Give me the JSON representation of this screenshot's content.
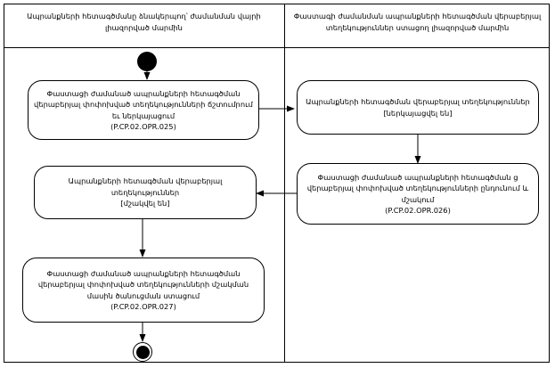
{
  "diagram": {
    "lanes": [
      {
        "id": "left",
        "title": "Ապրանքների հետագծմանը ձնակերպող՝ ժամանման վայրի լիազորված մարմին"
      },
      {
        "id": "right",
        "title": "Փաստագի ժամանման ապրանքների հետագծման վերաբերյալ տեղեկություններ ստացող լիազորված մարմին"
      }
    ],
    "nodes": [
      {
        "id": "start",
        "type": "start",
        "label": ""
      },
      {
        "id": "n1",
        "type": "activity",
        "label": "Փաստացի ժամանած ապրանքների հետագծման վերաբերյալ փոփոխված տեղեկությունների ճշտումրում եւ ներկայացում\n(P.CP.02.OPR.025)"
      },
      {
        "id": "n2",
        "type": "activity",
        "label": "Ապրանքների հետագծման վերաբերյալ տեղեկություններ\n[ներկայացվել են]"
      },
      {
        "id": "n3",
        "type": "activity",
        "label": "Փաստացի ժամանած ապրանքների հետագծման ց վերաբերյալ փոփոխված տեղեկությունների ընդունում և մշակում\n(P.CP.02.OPR.026)"
      },
      {
        "id": "n4",
        "type": "activity",
        "label": "Ապրանքների հետագծման վերաբերյալ տեղեկություններ\n[մշակվել են]"
      },
      {
        "id": "n5",
        "type": "activity",
        "label": "Փաստացի ժամանած ապրանքների հետագծման վերաբերյալ փոփոխված տեղեկությունների մշակման մասին ծանուցման ստացում\n(P.CP.02.OPR.027)"
      },
      {
        "id": "end",
        "type": "end",
        "label": ""
      }
    ]
  }
}
